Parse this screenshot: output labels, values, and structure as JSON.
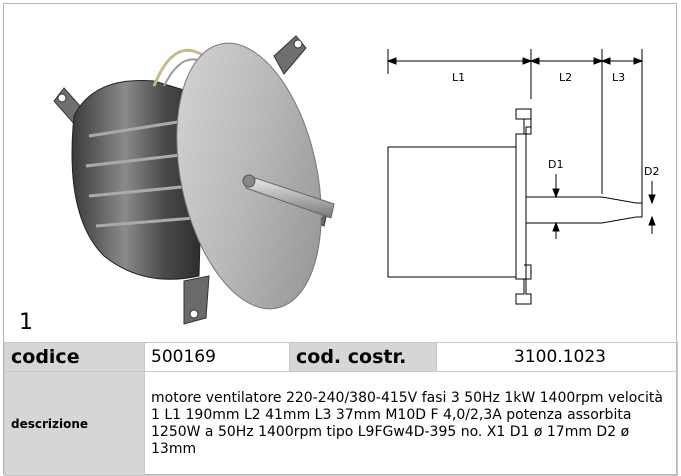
{
  "figure": {
    "number": "1"
  },
  "drawing": {
    "labels": {
      "l1": "L1",
      "l2": "L2",
      "l3": "L3",
      "d1": "D1",
      "d2": "D2"
    }
  },
  "specs": {
    "code_label": "codice",
    "code_value": "500169",
    "mfr_code_label": "cod. costr.",
    "mfr_code_value": "3100.1023",
    "description_label": "descrizione",
    "description_value": "motore ventilatore  220-240/380-415V fasi 3 50Hz 1kW 1400rpm velocità 1 L1 190mm L2 41mm L3 37mm M10D F 4,0/2,3A potenza assorbita 1250W a 50Hz 1400rpm tipo L9FGw4D-395 no. X1 D1 ø 17mm D2 ø 13mm"
  }
}
